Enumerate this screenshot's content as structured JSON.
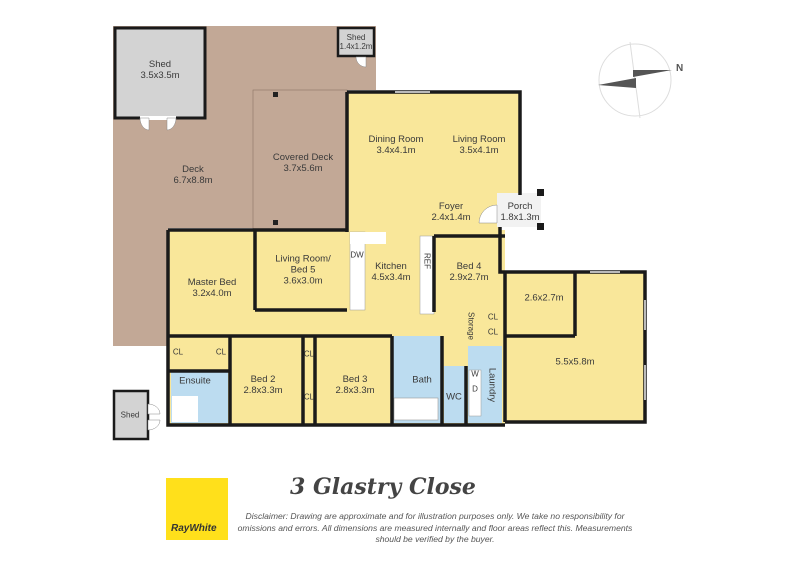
{
  "title": "3 Glastry Close",
  "disclaimer": "Disclaimer: Drawing are approximate and for illustration purposes only. We take no responsibility for omissions and errors. All dimensions are measured internally and floor areas reflect this. Measurements should be verified by the buyer.",
  "brand": {
    "name": "RayWhite",
    "color": "#ffe01b"
  },
  "compass": {
    "label": "N",
    "icon": "compass-icon"
  },
  "colors": {
    "deck": "#c2a896",
    "living": "#f9e79a",
    "wet": "#bcdcf0",
    "shed": "#d3d3d3",
    "porch": "#f2f2f2",
    "wall": "#1a1a1a"
  },
  "rooms": {
    "shed_large": {
      "name": "Shed",
      "size": "3.5x3.5m"
    },
    "shed_small": {
      "name": "Shed",
      "size": "1.4x1.2m"
    },
    "shed_bottom": {
      "name": "Shed"
    },
    "deck": {
      "name": "Deck",
      "size": "6.7x8.8m"
    },
    "covered_deck": {
      "name": "Covered Deck",
      "size": "3.7x5.6m"
    },
    "dining": {
      "name": "Dining Room",
      "size": "3.4x4.1m"
    },
    "living": {
      "name": "Living Room",
      "size": "3.5x4.1m"
    },
    "foyer": {
      "name": "Foyer",
      "size": "2.4x1.4m"
    },
    "porch": {
      "name": "Porch",
      "size": "1.8x1.3m"
    },
    "master": {
      "name": "Master Bed",
      "size": "3.2x4.0m"
    },
    "living_bed5": {
      "name": "Living Room/",
      "name2": "Bed 5",
      "size": "3.6x3.0m"
    },
    "kitchen": {
      "name": "Kitchen",
      "size": "4.5x3.4m"
    },
    "bed4": {
      "name": "Bed 4",
      "size": "2.9x2.7m"
    },
    "room_small": {
      "size": "2.6x2.7m"
    },
    "room_large": {
      "size": "5.5x5.8m"
    },
    "bed2": {
      "name": "Bed 2",
      "size": "2.8x3.3m"
    },
    "bed3": {
      "name": "Bed 3",
      "size": "2.8x3.3m"
    },
    "ensuite": {
      "name": "Ensuite"
    },
    "bath": {
      "name": "Bath"
    },
    "wc": {
      "name": "WC"
    },
    "laundry": {
      "name": "Laundry"
    },
    "storage": {
      "name": "Storage"
    },
    "cl": "CL",
    "dw": "DW",
    "ref": "REF",
    "washer": "W",
    "dryer": "D"
  }
}
